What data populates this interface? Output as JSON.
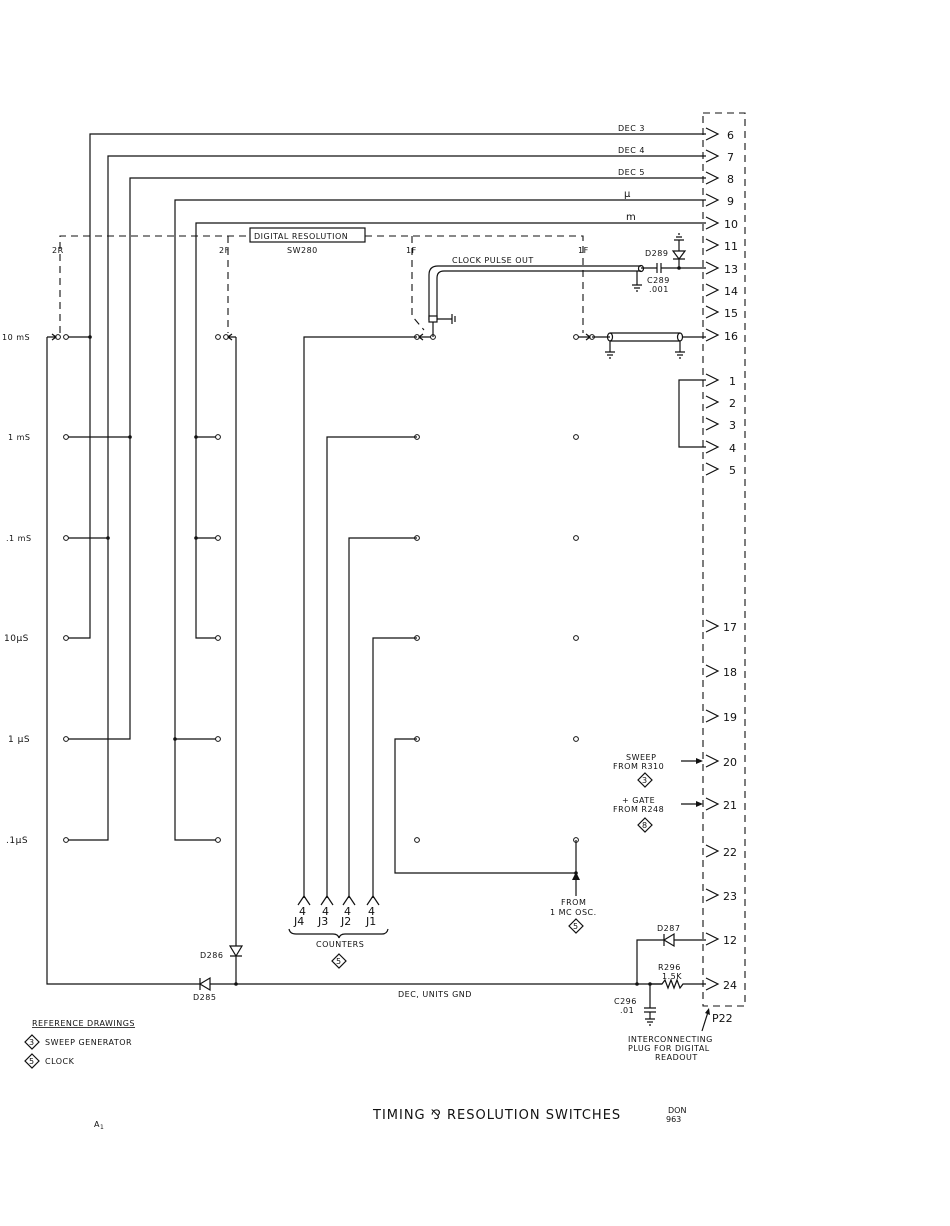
{
  "signals": {
    "dec3": "DEC 3",
    "dec4": "DEC 4",
    "dec5": "DEC 5",
    "mu": "μ",
    "m": "m",
    "clock_pulse_out": "CLOCK PULSE OUT",
    "dec_units_gnd": "DEC, UNITS GND"
  },
  "pins": [
    "6",
    "7",
    "8",
    "9",
    "10",
    "11",
    "13",
    "14",
    "15",
    "16",
    "1",
    "2",
    "3",
    "4",
    "5",
    "17",
    "18",
    "19",
    "20",
    "21",
    "22",
    "23",
    "12",
    "24"
  ],
  "switch": {
    "name": "DIGITAL RESOLUTION",
    "ref": "SW280",
    "wafers": [
      "2R",
      "2F",
      "1F",
      "1F"
    ]
  },
  "timebases": [
    "10 mS",
    "1 mS",
    ".1 mS",
    "10μS",
    "1 μS",
    ".1μS"
  ],
  "components": {
    "d289": "D289",
    "c289": "C289",
    "c289_val": ".001",
    "d286": "D286",
    "d285": "D285",
    "d287": "D287",
    "r296": "R296",
    "r296_val": "1.5K",
    "c296": "C296",
    "c296_val": ".01"
  },
  "counters": {
    "jacks": [
      "J4",
      "J3",
      "J2",
      "J1"
    ],
    "pin": "4",
    "label": "COUNTERS",
    "ref": "5"
  },
  "inputs": {
    "sweep_l1": "SWEEP",
    "sweep_l2": "FROM R310",
    "sweep_ref": "3",
    "gate_l1": "+ GATE",
    "gate_l2": "FROM R248",
    "gate_ref": "8",
    "osc_l1": "FROM",
    "osc_l2": "1 MC OSC.",
    "osc_ref": "5"
  },
  "plug": {
    "name": "P22",
    "desc1": "INTERCONNECTING",
    "desc2": "PLUG FOR DIGITAL",
    "desc3": "READOUT"
  },
  "references": {
    "heading": "REFERENCE DRAWINGS",
    "items": [
      {
        "num": "3",
        "label": "SWEEP GENERATOR"
      },
      {
        "num": "5",
        "label": "CLOCK"
      }
    ]
  },
  "footer": {
    "mark": "A",
    "mark_sub": "1",
    "title": "TIMING ⅋ RESOLUTION SWITCHES",
    "drawn1": "DON",
    "drawn2": "963"
  }
}
